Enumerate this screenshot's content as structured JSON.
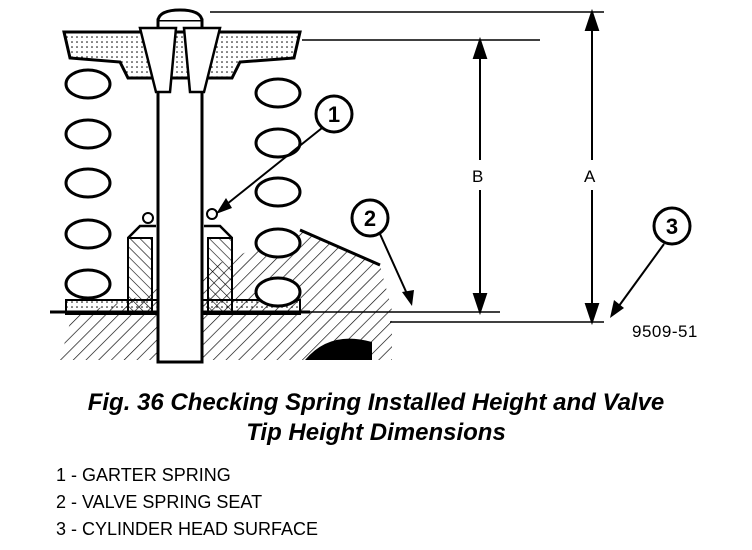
{
  "figure": {
    "callouts": [
      {
        "id": "1"
      },
      {
        "id": "2"
      },
      {
        "id": "3"
      }
    ],
    "dimensions": {
      "a": "A",
      "b": "B"
    },
    "code": "9509-51"
  },
  "caption": {
    "line1": "Fig. 36 Checking Spring Installed Height and Valve",
    "line2": "Tip Height Dimensions"
  },
  "legend": [
    {
      "text": "1 - GARTER SPRING"
    },
    {
      "text": "2 - VALVE SPRING SEAT"
    },
    {
      "text": "3 - CYLINDER HEAD SURFACE"
    }
  ]
}
